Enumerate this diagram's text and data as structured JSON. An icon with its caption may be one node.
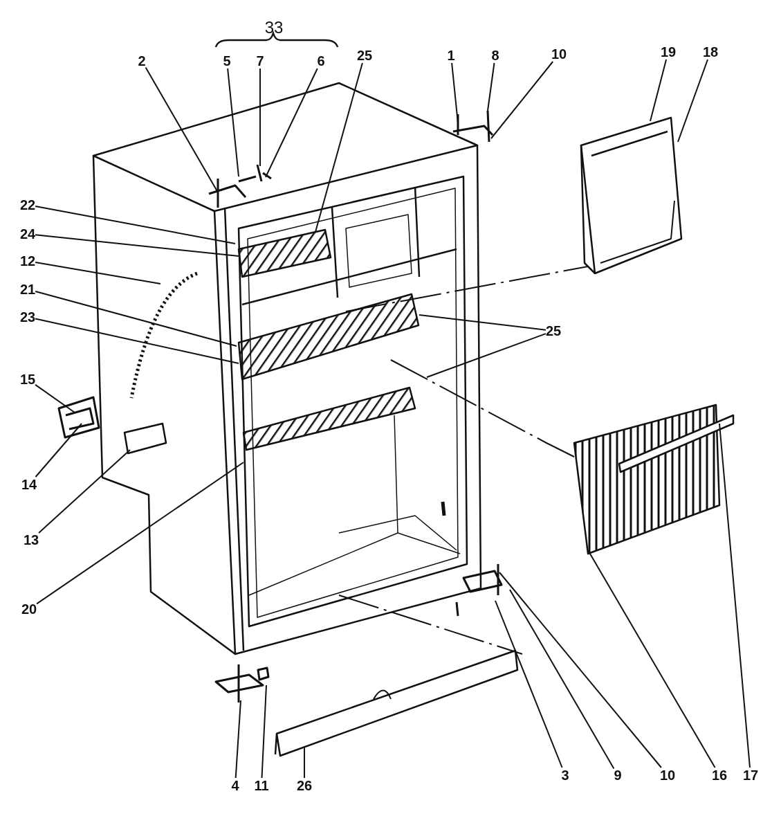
{
  "diagram": {
    "nodes": [
      {
        "text": [
          "2"
        ]
      },
      {
        "text": [
          "5"
        ]
      },
      {
        "text": [
          "7"
        ]
      },
      {
        "text": [
          "6"
        ]
      },
      {
        "text": [
          "25"
        ]
      },
      {
        "text": [
          "1"
        ]
      },
      {
        "text": [
          "8"
        ]
      },
      {
        "text": [
          "10"
        ]
      },
      {
        "text": [
          "19"
        ]
      },
      {
        "text": [
          "18"
        ]
      },
      {
        "text": [
          "22"
        ]
      },
      {
        "text": [
          "24"
        ]
      },
      {
        "text": [
          "12"
        ]
      },
      {
        "text": [
          "21"
        ]
      },
      {
        "text": [
          "23"
        ]
      },
      {
        "text": [
          "25"
        ]
      },
      {
        "text": [
          "15"
        ]
      },
      {
        "text": [
          "14"
        ]
      },
      {
        "text": [
          "13"
        ]
      },
      {
        "text": [
          "20"
        ]
      },
      {
        "text": [
          "4"
        ]
      },
      {
        "text": [
          "11"
        ]
      },
      {
        "text": [
          "26"
        ]
      },
      {
        "text": [
          "3"
        ]
      },
      {
        "text": [
          "9"
        ]
      },
      {
        "text": [
          "10"
        ]
      },
      {
        "text": [
          "16"
        ]
      },
      {
        "text": [
          "17"
        ]
      }
    ],
    "edges": [
      {
        "from": 0,
        "to": null,
        "arrow": "none"
      },
      {
        "from": 1,
        "to": null,
        "arrow": "none"
      },
      {
        "from": 2,
        "to": null,
        "arrow": "none"
      },
      {
        "from": 3,
        "to": null,
        "arrow": "none"
      },
      {
        "from": 4,
        "to": null,
        "arrow": "none"
      },
      {
        "from": 5,
        "to": null,
        "arrow": "none"
      },
      {
        "from": 6,
        "to": null,
        "arrow": "none"
      },
      {
        "from": 7,
        "to": null,
        "arrow": "none"
      },
      {
        "from": 8,
        "to": null,
        "arrow": "none"
      },
      {
        "from": 9,
        "to": null,
        "arrow": "none"
      },
      {
        "from": 10,
        "to": null,
        "arrow": "none"
      },
      {
        "from": 11,
        "to": null,
        "arrow": "none"
      },
      {
        "from": 12,
        "to": null,
        "arrow": "none"
      },
      {
        "from": 13,
        "to": null,
        "arrow": "none"
      },
      {
        "from": 14,
        "to": null,
        "arrow": "none"
      },
      {
        "from": 15,
        "to": null,
        "arrow": "none"
      },
      {
        "from": 15,
        "to": null,
        "arrow": "none"
      },
      {
        "from": 16,
        "to": null,
        "arrow": "none"
      },
      {
        "from": 17,
        "to": null,
        "arrow": "none"
      },
      {
        "from": 18,
        "to": null,
        "arrow": "none"
      },
      {
        "from": 19,
        "to": null,
        "arrow": "none"
      },
      {
        "from": 20,
        "to": null,
        "arrow": "none"
      },
      {
        "from": 21,
        "to": null,
        "arrow": "none"
      },
      {
        "from": 22,
        "to": null,
        "arrow": "none"
      },
      {
        "from": 23,
        "to": null,
        "arrow": "none"
      },
      {
        "from": 24,
        "to": null,
        "arrow": "none"
      },
      {
        "from": 25,
        "to": null,
        "arrow": "none"
      },
      {
        "from": 26,
        "to": null,
        "arrow": "none"
      },
      {
        "from": 27,
        "to": null,
        "arrow": "none"
      }
    ],
    "labels": [
      "33"
    ]
  }
}
